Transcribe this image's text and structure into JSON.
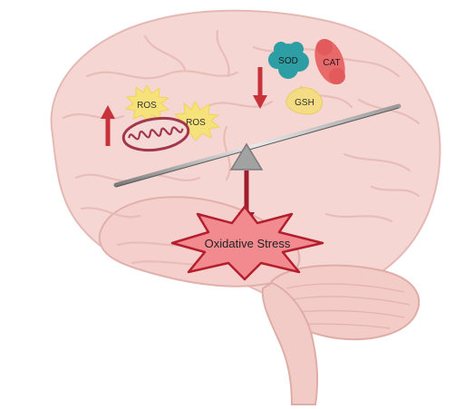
{
  "labels": {
    "ros_1": "ROS",
    "ros_2": "ROS",
    "sod": "SOD",
    "cat": "CAT",
    "gsh": "GSH",
    "oxidative_stress": "Oxidative Stress"
  },
  "icons": {
    "mitochondrion": "mitochondrion-icon",
    "up_arrow": "up-arrow-icon",
    "down_arrow": "down-arrow-icon",
    "fulcrum": "triangle-fulcrum-icon",
    "stress_burst": "starburst-icon"
  },
  "colors": {
    "brain_fill": "#f6d6d3",
    "brain_outline": "#e4b8b4",
    "ros_star": "#f6e27a",
    "sod": "#2d9ea3",
    "cat": "#e8696a",
    "gsh": "#f3dc84",
    "arrow_red": "#c8323a",
    "arrow_dark_red": "#9e1c2e",
    "beam": "#6f6f6f",
    "fulcrum": "#9a9a9a",
    "stress_fill": "#f28b8f",
    "stress_stroke": "#b41f2f"
  }
}
